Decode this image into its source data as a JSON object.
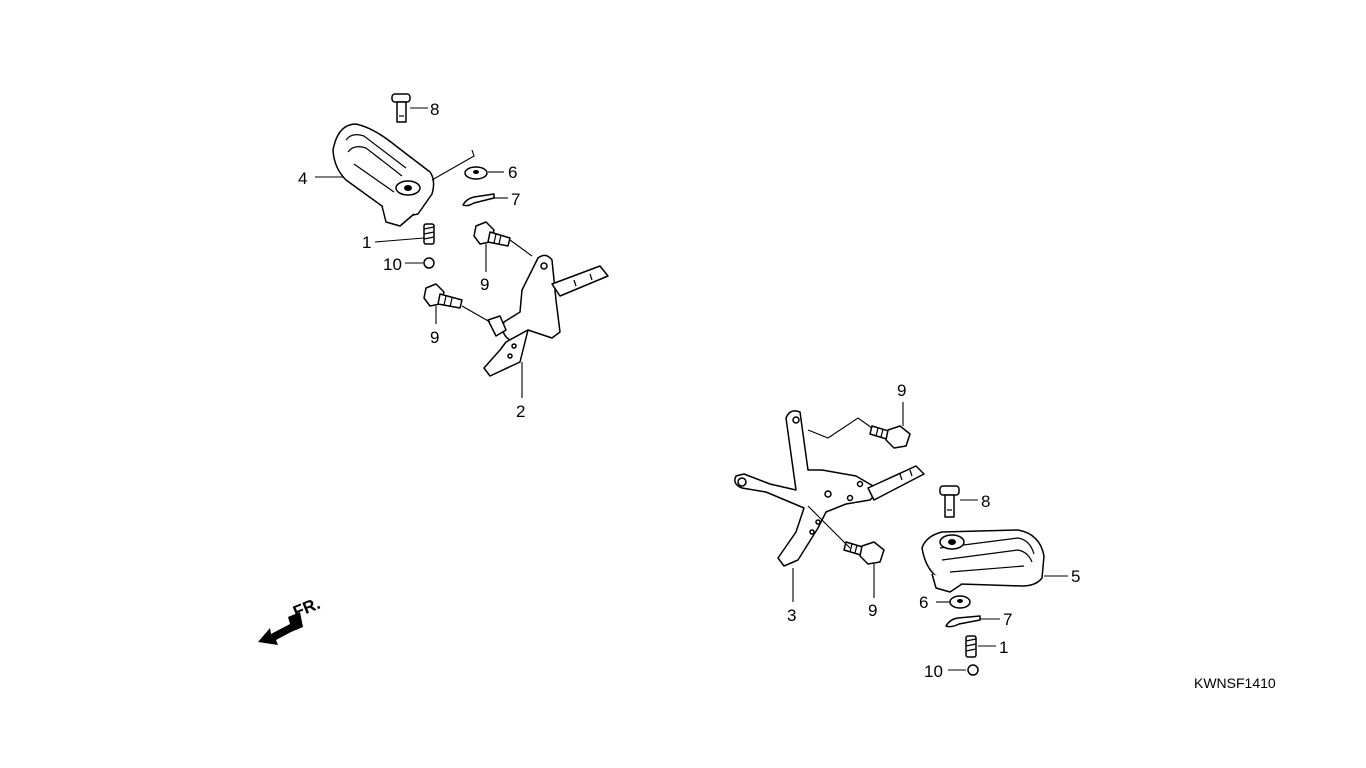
{
  "diagram": {
    "drawing_code": "KWNSF1410",
    "front_indicator": "FR.",
    "callouts": {
      "left_8": "8",
      "left_6": "6",
      "left_4": "4",
      "left_7": "7",
      "left_1": "1",
      "left_10": "10",
      "left_9a": "9",
      "left_9b": "9",
      "left_2": "2",
      "right_9a": "9",
      "right_8": "8",
      "right_5": "5",
      "right_3": "3",
      "right_9b": "9",
      "right_6": "6",
      "right_7": "7",
      "right_1": "1",
      "right_10": "10"
    }
  }
}
